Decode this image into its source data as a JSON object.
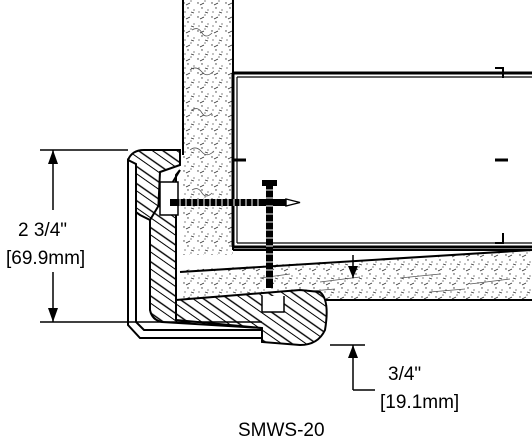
{
  "diagram": {
    "model_label": "SMWS-20",
    "dimensions": {
      "height": {
        "imperial": "2 3/4\"",
        "metric": "[69.9mm]"
      },
      "offset": {
        "imperial": "3/4\"",
        "metric": "[19.1mm]"
      }
    },
    "colors": {
      "line": "#000000",
      "fill": "#ffffff",
      "stipple": "#444444"
    }
  }
}
